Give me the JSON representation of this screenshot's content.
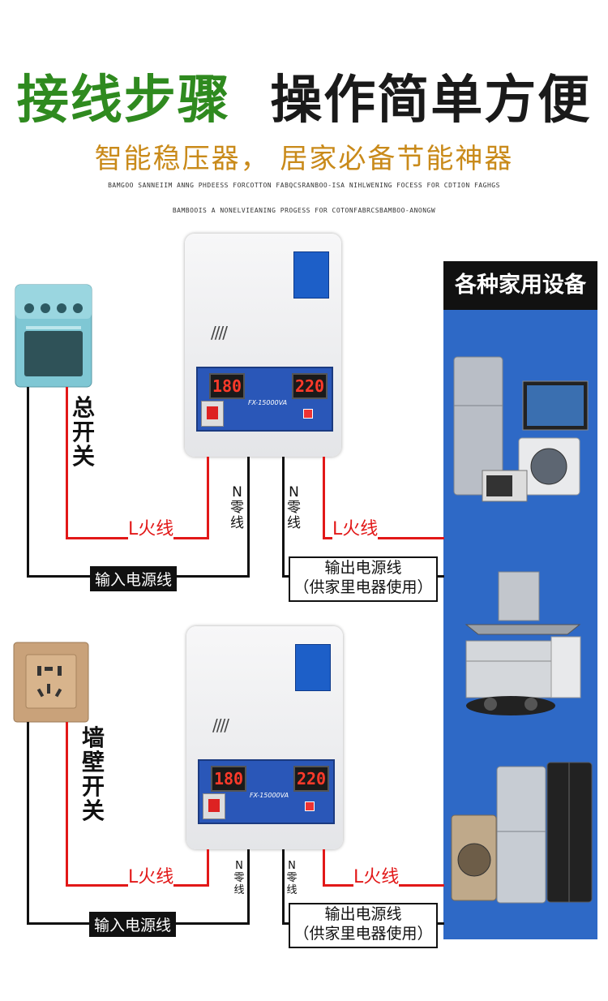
{
  "header": {
    "title_part1": "接线步骤",
    "title_part2": "操作简单方便",
    "subtitle": "智能稳压器，   居家必备节能神器",
    "tiny_line1": "BAMGOO SANNEIIM ANNG PHDEESS FORCOTTON FABQCSRANBOO-ISA NIHLWENING FOCESS FOR CDTION FAGHGS",
    "tiny_line2": "BAMBOOIS A NONELVIEANING PROGESS FOR COTONFABRCSBAMBOO-ANONGW"
  },
  "panel": {
    "title": "各种家用设备"
  },
  "diagram1": {
    "switch_label": "总开关",
    "live_in": "L火线",
    "neutral_in": "N零线",
    "neutral_out": "N零线",
    "live_out": "L火线",
    "input_line": "输入电源线",
    "output_line1": "输出电源线",
    "output_line2": "（供家里电器使用）",
    "display_left": "180",
    "display_right": "220",
    "model": "FX-15000VA"
  },
  "diagram2": {
    "switch_label": "墙壁开关",
    "live_in": "L火线",
    "neutral_in": "N零线",
    "neutral_out": "N零线",
    "live_out": "L火线",
    "input_line": "输入电源线",
    "output_line1": "输出电源线",
    "output_line2": "（供家里电器使用）",
    "display_left": "180",
    "display_right": "220",
    "model": "FX-15000VA"
  },
  "icons": [
    "oven-icon",
    "wall-socket-icon",
    "refrigerator-icon",
    "range-hood-icon",
    "washing-machine-icon"
  ],
  "colors": {
    "title_green": "#2f8a1f",
    "subtitle_gold": "#c98a1a",
    "live_wire": "#e21818",
    "panel_blue": "#2e69c6"
  }
}
